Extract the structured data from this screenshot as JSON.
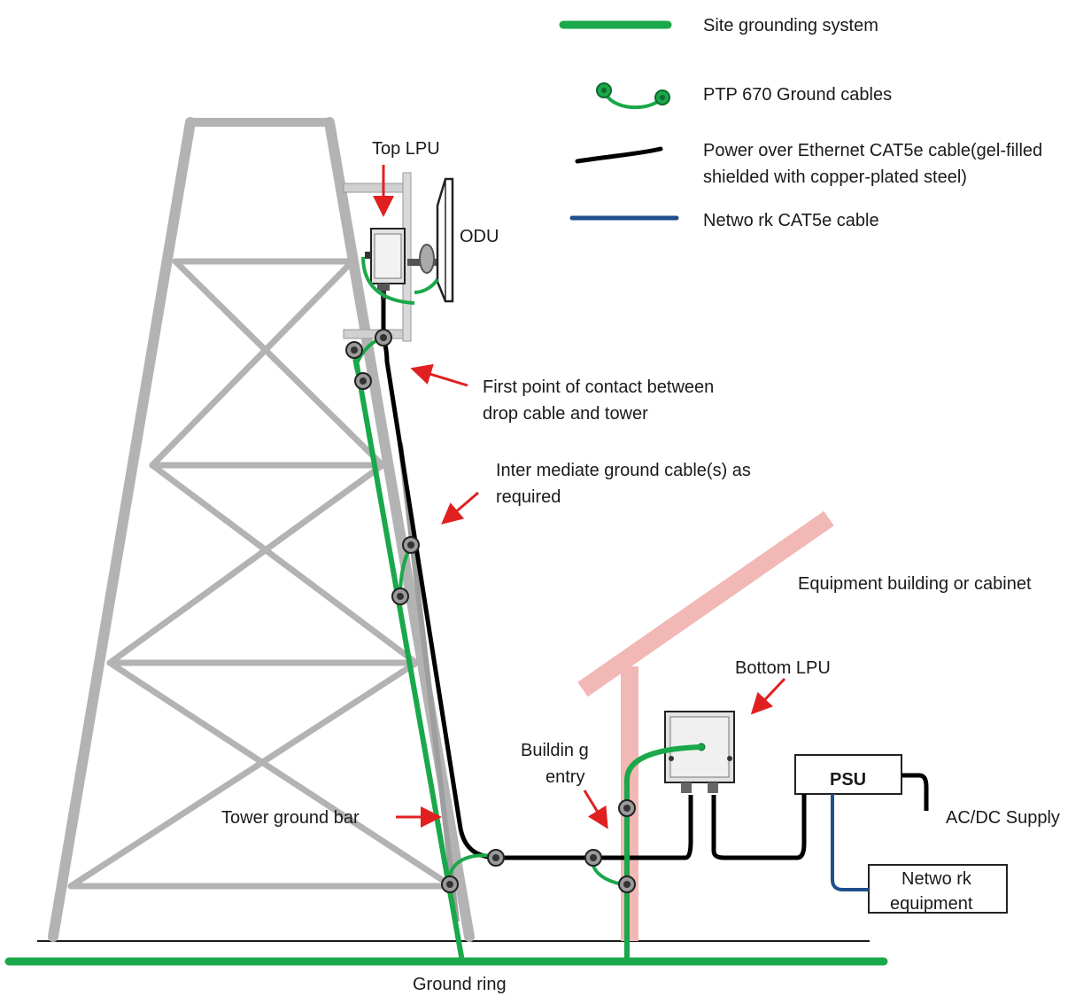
{
  "colors": {
    "tower": "#b3b3b3",
    "ground": "#1aa84a",
    "poe": "#000000",
    "network": "#1f4e8c",
    "building": "#f2b8b5",
    "arrow": "#e02020",
    "clamp": "#444444"
  },
  "legend": {
    "site_grounding": "Site grounding system",
    "ground_cables": "PTP 670 Ground cables",
    "poe_cable_line1": "Power over Ethernet CAT5e cable(gel-filled",
    "poe_cable_line2": "shielded with copper-plated steel)",
    "network_cable": "Netwo rk CAT5e cable"
  },
  "labels": {
    "top_lpu": "Top LPU",
    "odu": "ODU",
    "first_contact_line1": "First point of contact between",
    "first_contact_line2": "drop cable and tower",
    "intermediate_line1": "Inter mediate ground cable(s) as",
    "intermediate_line2": "required",
    "equipment_building": "Equipment building or cabinet",
    "bottom_lpu": "Bottom LPU",
    "building_entry_line1": "Buildin g",
    "building_entry_line2": "entry",
    "psu": "PSU",
    "ac_dc_supply": "AC/DC Supply",
    "network_equipment_line1": "Netwo rk",
    "network_equipment_line2": "equipment",
    "tower_ground_bar": "Tower ground bar",
    "ground_ring": "Ground ring"
  }
}
